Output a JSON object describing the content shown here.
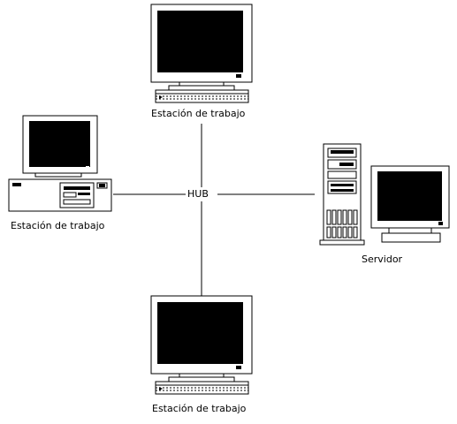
{
  "hub": {
    "label": "HUB"
  },
  "nodes": {
    "top": {
      "label": "Estación de trabajo",
      "icon": "monitor-keyboard-icon"
    },
    "left": {
      "label": "Estación de trabajo",
      "icon": "desktop-computer-icon"
    },
    "right": {
      "label": "Servidor",
      "icon": "server-tower-icon"
    },
    "bottom": {
      "label": "Estación de trabajo",
      "icon": "monitor-keyboard-icon"
    }
  },
  "colors": {
    "line": "#000000",
    "screen": "#000000",
    "case": "#ffffff"
  }
}
